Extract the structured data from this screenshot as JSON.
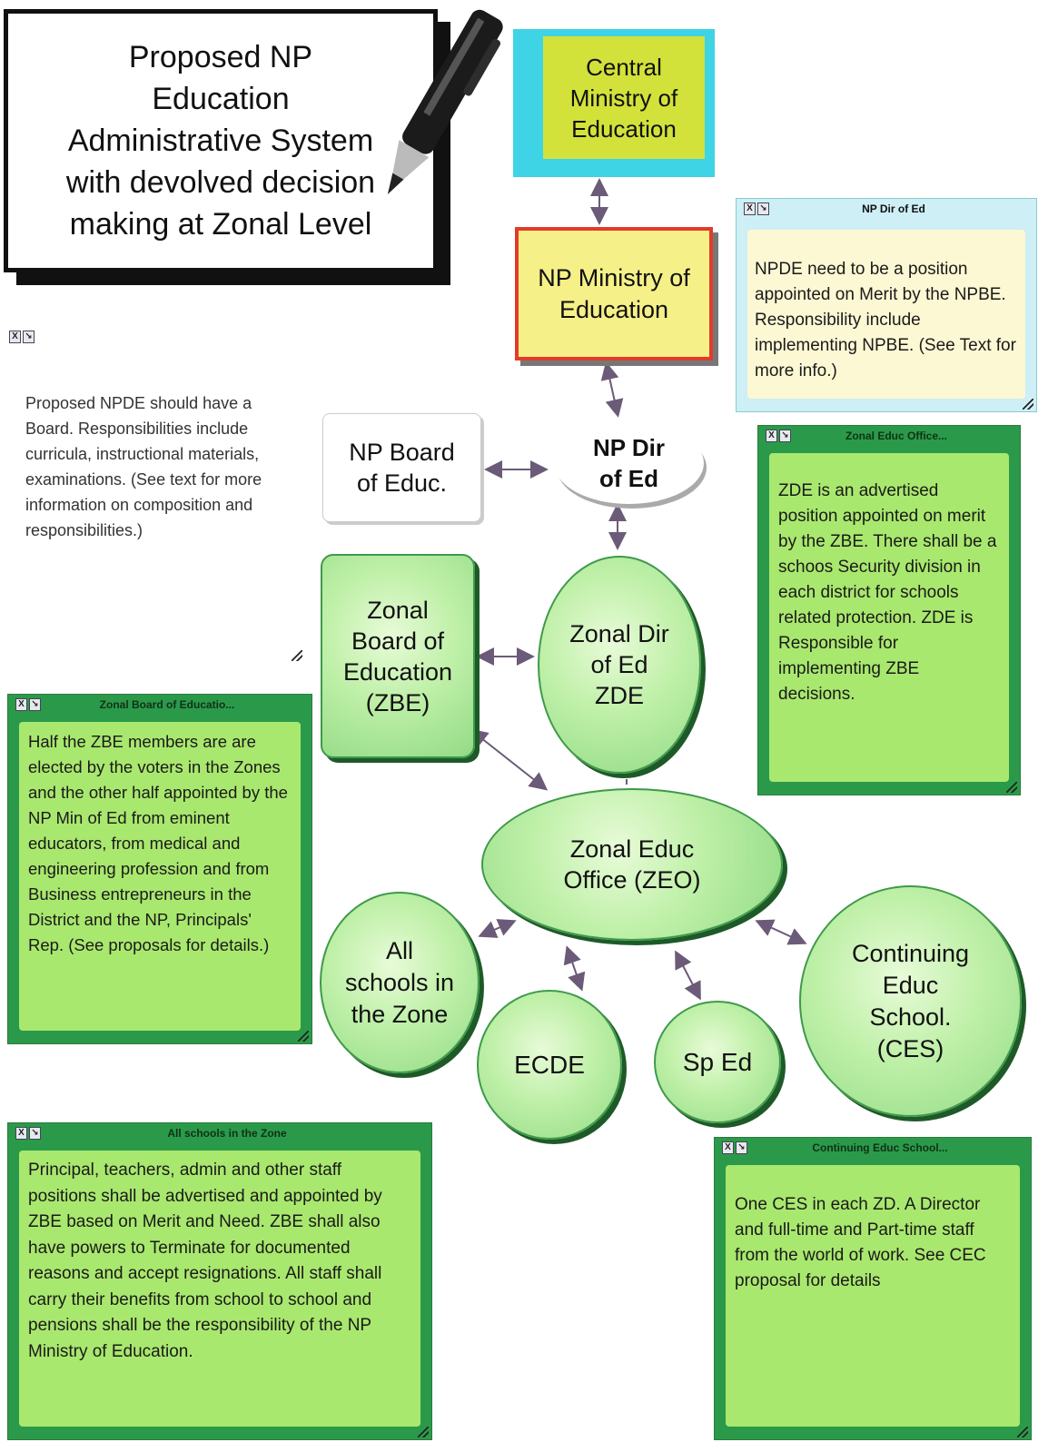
{
  "title": "Proposed NP\nEducation\nAdministrative System\nwith devolved decision\nmaking at Zonal Level",
  "nodes": {
    "central": "Central\nMinistry of\nEducation",
    "np_ministry": "NP Ministry of\nEducation",
    "np_dir": "NP Dir\nof Ed",
    "np_board": "NP Board\nof Educ.",
    "zbe": "Zonal\nBoard of\nEducation\n(ZBE)",
    "zde": "Zonal Dir\nof Ed\nZDE",
    "zeo": "Zonal Educ\nOffice (ZEO)",
    "all_schools": "All\nschools in\nthe Zone",
    "ecde": "ECDE",
    "sp_ed": "Sp Ed",
    "ces": "Continuing\nEduc\nSchool.\n(CES)"
  },
  "notes": {
    "np_dir": {
      "title": "NP Dir of Ed",
      "body": "NPDE need to be a position appointed on Merit by the NPBE. Responsibility include implementing NPBE. (See Text for more info.)"
    },
    "npde": {
      "title": "",
      "body": "Proposed NPDE should have a Board. Responsibilities include curricula, instructional materials, examinations. (See text for more information on composition and responsibilities.)"
    },
    "zde": {
      "title": "Zonal Educ Office...",
      "body": "ZDE is an advertised position  appointed on merit by the ZBE. There shall be a schoos Security division in each district for schools related protection. ZDE is Responsible for implementing ZBE decisions."
    },
    "zbe": {
      "title": "Zonal Board of Educatio...",
      "body": "Half the ZBE members are are elected by the voters in the Zones and the other half appointed by the NP Min of Ed from eminent educators, from medical and engineering profession and from Business entrepreneurs in the District and the NP, Principals' Rep. (See proposals for details.)"
    },
    "all_schools": {
      "title": "All schools in the Zone",
      "body": "Principal, teachers, admin and other staff positions shall be advertised and appointed by ZBE based on Merit and Need. ZBE shall also have powers to Terminate for documented reasons and accept resignations. All staff shall carry their benefits from school to school and pensions shall be the responsibility of the NP Ministry of Education."
    },
    "ces": {
      "title": "Continuing Educ School...",
      "body": "One CES in each ZD. A Director and full-time and Part-time staff from the world of work. See CEC proposal for details"
    }
  },
  "controls": {
    "close": "X",
    "expand": "↘"
  }
}
